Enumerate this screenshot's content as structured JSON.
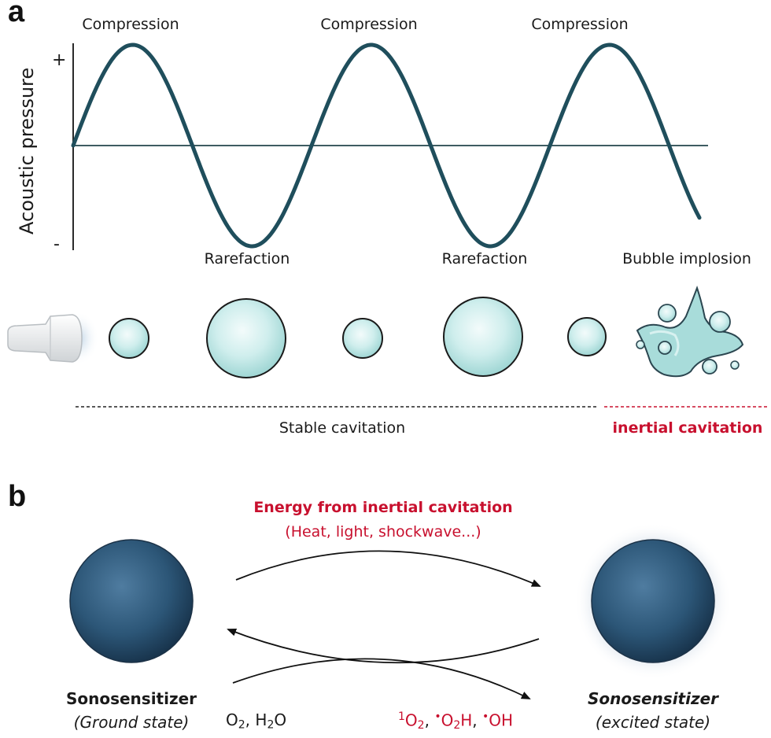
{
  "panel_a": {
    "letter": "a",
    "y_axis_label": "Acoustic pressure",
    "y_plus": "+",
    "y_minus": "-",
    "compression_labels": [
      "Compression",
      "Compression",
      "Compression"
    ],
    "rarefaction_labels": [
      "Rarefaction",
      "Rarefaction"
    ],
    "implosion_label": "Bubble implosion",
    "stable_label": "Stable cavitation",
    "inertial_label": "inertial cavitation",
    "wave_color": "#1f4e5c",
    "bubble_color": "#bfe7e5",
    "icons": [
      "ultrasound-transducer-icon",
      "bubble-icon",
      "imploding-bubble-icon"
    ]
  },
  "panel_b": {
    "letter": "b",
    "energy_title": "Energy from inertial cavitation",
    "energy_subtitle": "(Heat, light, shockwave...)",
    "ground_name": "Sonosensitizer",
    "ground_state": "(Ground state)",
    "excited_name": "Sonosensitizer",
    "excited_state": "(excited state)",
    "reactants": {
      "o": "O",
      "o_sub": "2",
      "sep": ", ",
      "h": "H",
      "h_sub": "2",
      "tail": "O"
    },
    "products": {
      "one": "1",
      "o1": "O",
      "o1_sub": "2",
      "sep1": ", ",
      "dot1": "•",
      "o2": "O",
      "o2_sub": "2",
      "h2": "H",
      "sep2": ", ",
      "dot2": "•",
      "oh": "OH"
    },
    "sphere_color": "#2c5677",
    "accent_red": "#c8102e"
  }
}
